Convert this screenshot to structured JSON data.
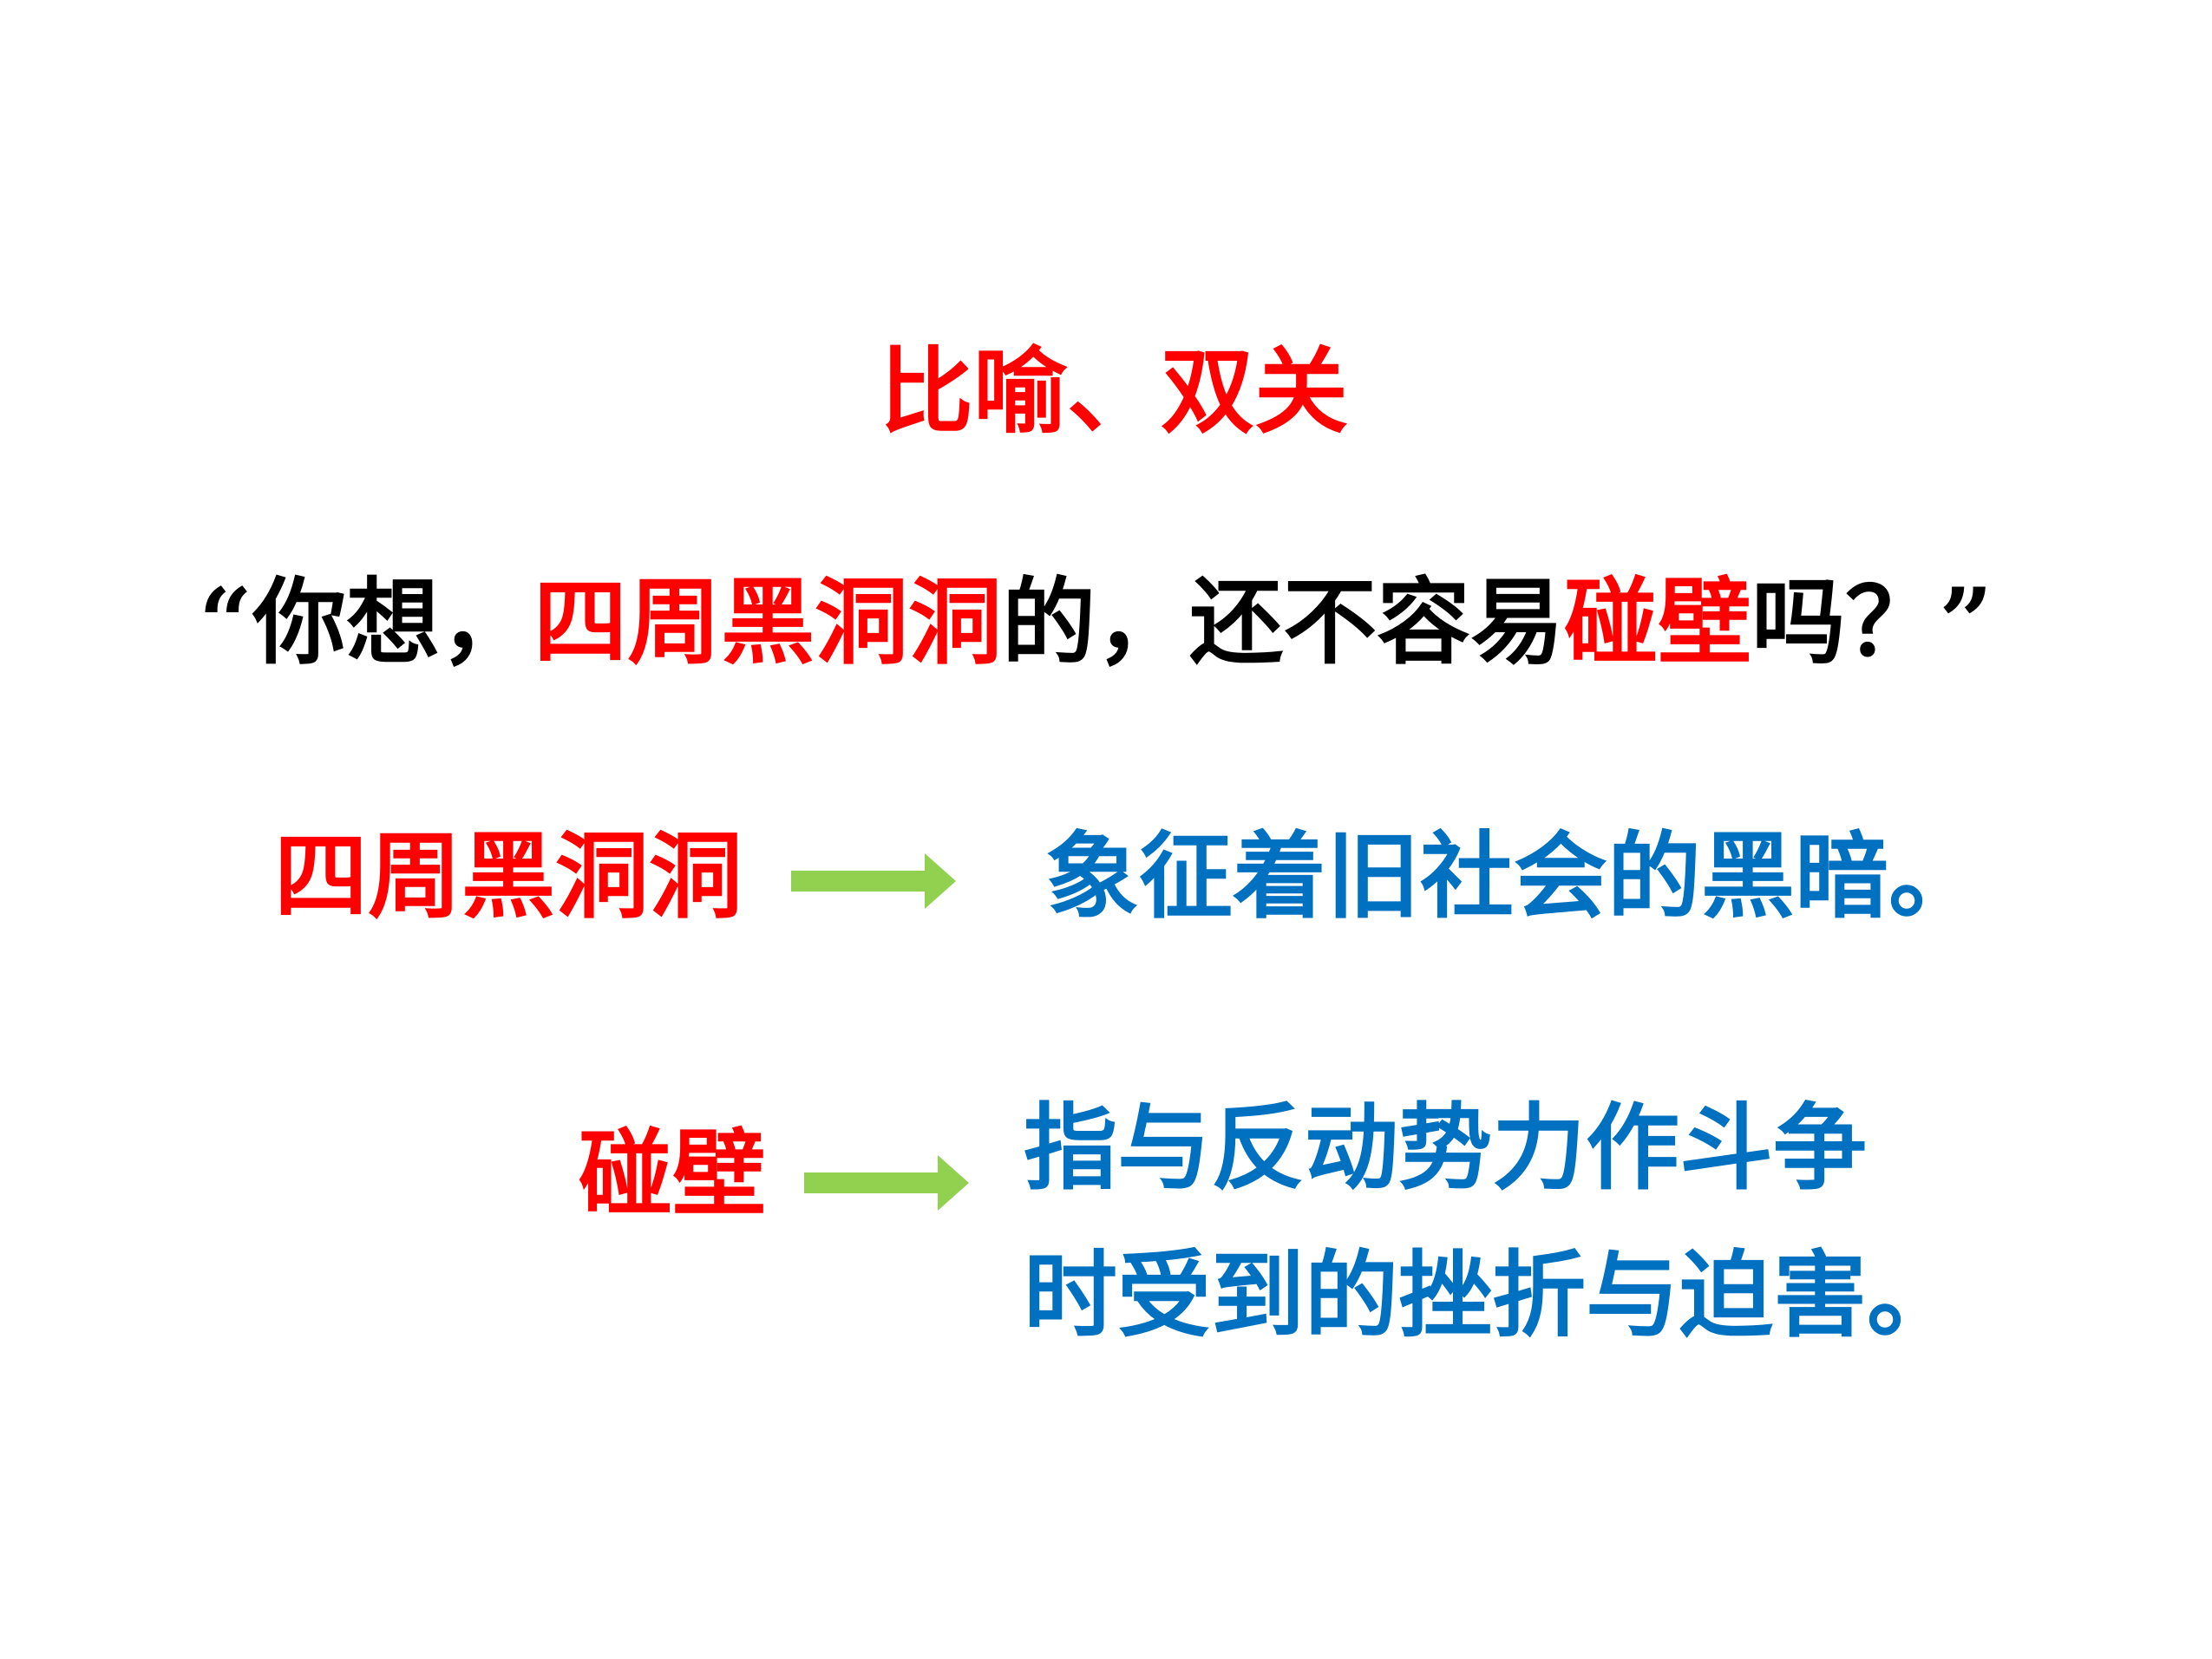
{
  "title": "比喻、双关",
  "quote": {
    "open_quote": "“",
    "part1": "你想，",
    "highlight1": "四周黑洞洞",
    "part2": "的，还不容易",
    "highlight2": "碰壁",
    "part3": "吗？",
    "close_quote": "”"
  },
  "explanations": [
    {
      "term": "四周黑洞洞",
      "meaning_lines": [
        "象征着旧社会的黑暗。"
      ]
    },
    {
      "term": "碰壁",
      "meaning_lines": [
        "指与反动势力作斗争",
        "时受到的挫折与迫害。"
      ]
    }
  ],
  "colors": {
    "highlight": "#ff0000",
    "meaning": "#0070c0",
    "arrow": "#92d050",
    "text": "#000000"
  },
  "icons": {
    "arrow": "right-arrow-icon"
  }
}
